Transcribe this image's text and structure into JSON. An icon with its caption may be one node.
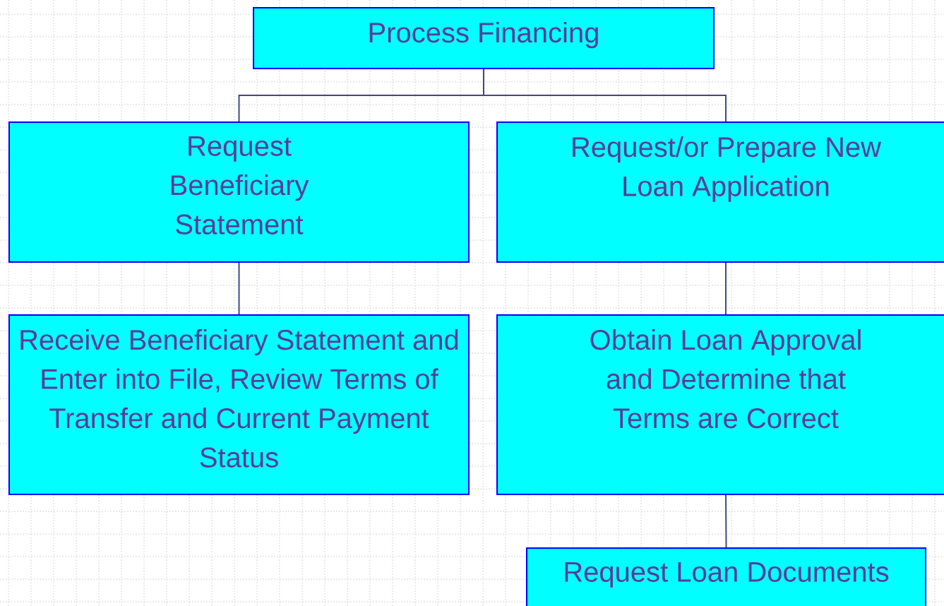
{
  "diagram": {
    "nodes": [
      {
        "text": [
          "Process Financing"
        ]
      },
      {
        "text": [
          "Request Beneficiary Statement"
        ]
      },
      {
        "text": [
          "Request/or Prepare New Loan Application"
        ]
      },
      {
        "text": [
          "Receive Beneficiary Statement and Enter into File, Review Terms of Transfer and Current Payment Status"
        ]
      },
      {
        "text": [
          "Obtain Loan Approval and Determine that Terms are Correct"
        ]
      },
      {
        "text": [
          "Request Loan Documents"
        ]
      }
    ],
    "edges": [
      {
        "from": 0,
        "to": 1,
        "arrow": "none"
      },
      {
        "from": 0,
        "to": 2,
        "arrow": "none"
      },
      {
        "from": 1,
        "to": 3,
        "arrow": "none"
      },
      {
        "from": 2,
        "to": 4,
        "arrow": "none"
      },
      {
        "from": 4,
        "to": 5,
        "arrow": "none"
      }
    ]
  }
}
